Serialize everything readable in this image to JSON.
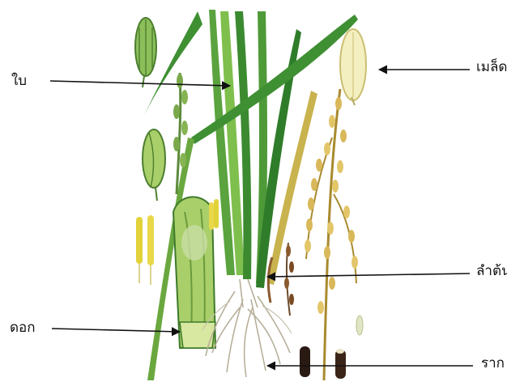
{
  "labels": {
    "leaf": "ใบ",
    "seed": "เมล็ด",
    "stem": "ลำต้น",
    "flower": "ดอก",
    "root": "ราก"
  },
  "colors": {
    "leaf_dark": "#2f7d2a",
    "leaf_light": "#8cc63f",
    "grain_gold": "#d9b85a",
    "flower_green": "#a9cf6a",
    "seed_cream": "#f3efc0",
    "root_gray": "#b7b09a",
    "arrow": "#111111"
  }
}
